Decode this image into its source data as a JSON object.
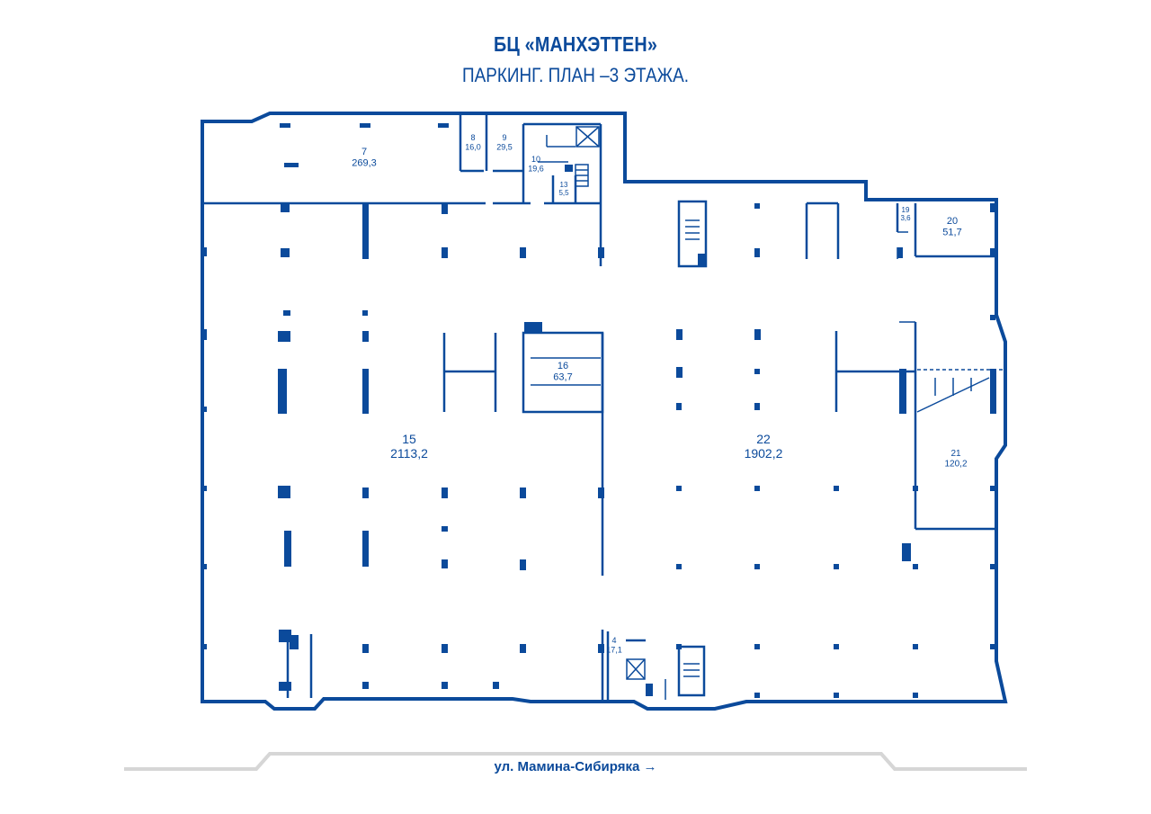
{
  "header": {
    "title": "БЦ «МАНХЭТТЕН»",
    "subtitle": "ПАРКИНГ. ПЛАН –3 ЭТАЖА."
  },
  "rooms": [
    {
      "id": "7",
      "area": "269,3"
    },
    {
      "id": "8",
      "area": "16,0"
    },
    {
      "id": "9",
      "area": "29,5"
    },
    {
      "id": "10",
      "area": "19,6"
    },
    {
      "id": "13",
      "area": "5,5"
    },
    {
      "id": "15",
      "area": "2113,2"
    },
    {
      "id": "16",
      "area": "63,7"
    },
    {
      "id": "19",
      "area": "3,6"
    },
    {
      "id": "20",
      "area": "51,7"
    },
    {
      "id": "21",
      "area": "120,2"
    },
    {
      "id": "22",
      "area": "1902,2"
    },
    {
      "id": "4",
      "area": "17,1"
    }
  ],
  "street": {
    "label": "ул. Мамина-Сибиряка →"
  },
  "colors": {
    "brand": "#0b4a9b",
    "street_line": "#d6d6d6"
  }
}
